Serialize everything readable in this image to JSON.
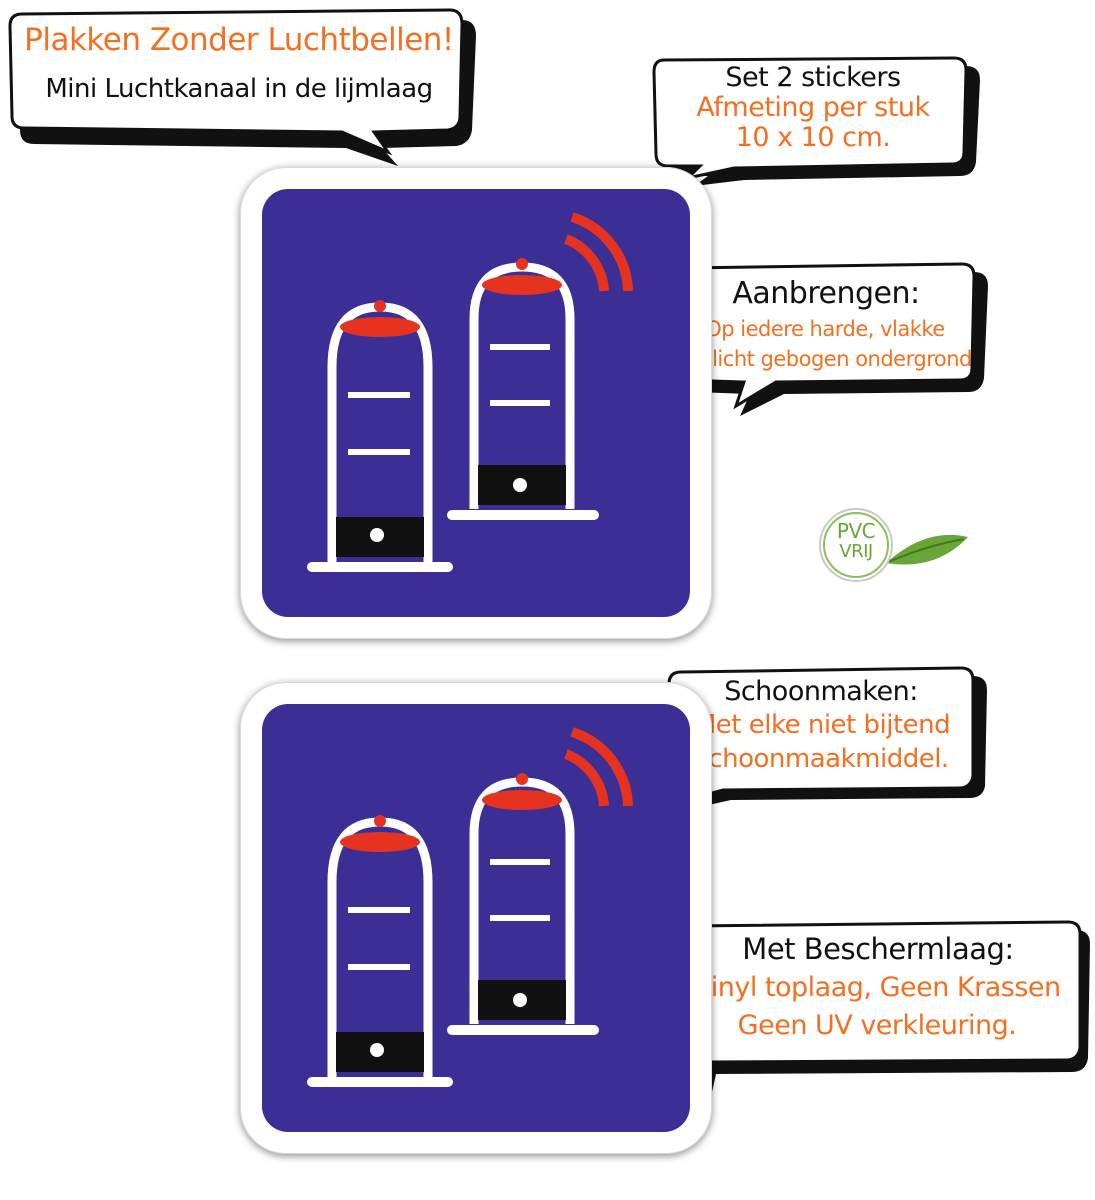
{
  "colors": {
    "accent_orange": "#f36f21",
    "panel_blue": "#3b2f96",
    "alarm_red": "#e53320",
    "pvc_green": "#6aa53a"
  },
  "top_bubble": {
    "title": "Plakken Zonder Luchtbellen!",
    "subtitle": "Mini  Luchtkanaal in de lijmlaag"
  },
  "set_bubble": {
    "line1": "Set 2 stickers",
    "line2": "Afmeting per stuk",
    "line3": "10 x 10 cm."
  },
  "apply_bubble": {
    "heading": "Aanbrengen:",
    "line1": "Op iedere harde, vlakke",
    "line2": "tot licht gebogen ondergrond"
  },
  "clean_bubble": {
    "heading": "Schoonmaken:",
    "line1": "Met elke niet bijtend",
    "line2": "schoonmaakmiddel."
  },
  "protect_bubble": {
    "heading": "Met Beschermlaag:",
    "line1": "Vinyl toplaag, Geen Krassen",
    "line2": "Geen UV verkleuring."
  },
  "pvc_badge": {
    "line1": "PVC",
    "line2": "VRIJ"
  },
  "stickers": [
    {
      "icon": "security-gate-alarm-icon"
    },
    {
      "icon": "security-gate-alarm-icon"
    }
  ]
}
